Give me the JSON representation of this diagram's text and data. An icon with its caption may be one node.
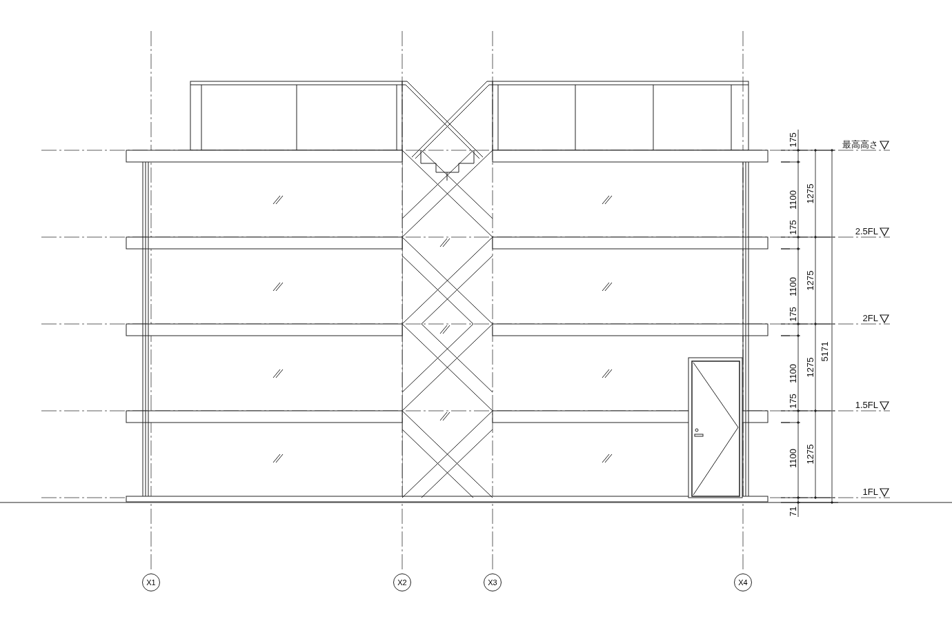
{
  "diagram": {
    "nodes": [
      {
        "text": [
          "X1"
        ]
      },
      {
        "text": [
          "X2"
        ]
      },
      {
        "text": [
          "X3"
        ]
      },
      {
        "text": [
          "X4"
        ]
      }
    ],
    "labels": [
      "175",
      "最高高さ",
      "1100",
      "1275",
      "175",
      "2.5FL",
      "1100",
      "1275",
      "175",
      "2FL",
      "5171",
      "1100",
      "1275",
      "175",
      "1.5FL",
      "1100",
      "1275",
      "1FL",
      "71"
    ]
  }
}
